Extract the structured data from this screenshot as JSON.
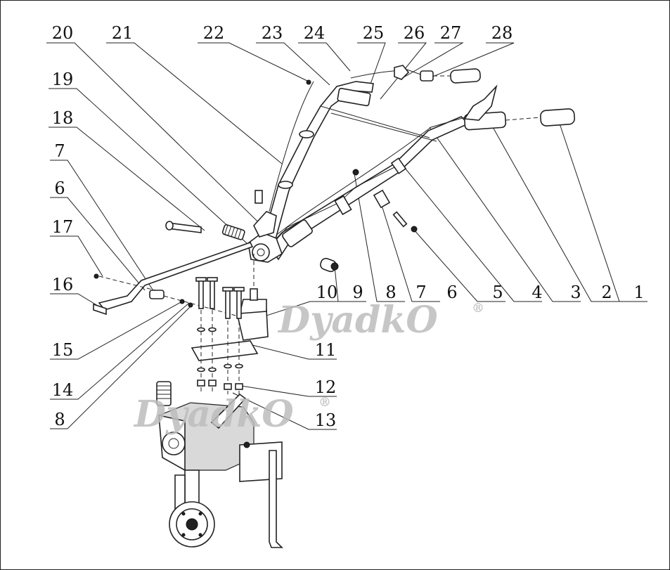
{
  "diagram": {
    "watermark": {
      "text": "DyadkO",
      "registered": "®"
    },
    "callouts_top": [
      "20",
      "21",
      "22",
      "23",
      "24",
      "25",
      "26",
      "27",
      "28"
    ],
    "callouts_left": [
      "19",
      "18",
      "7",
      "6",
      "17",
      "16",
      "15",
      "14",
      "8"
    ],
    "callouts_right_bottom": [
      "9",
      "8",
      "7",
      "6",
      "5",
      "4",
      "3",
      "2",
      "1"
    ],
    "callouts_center": [
      "10",
      "11",
      "12",
      "13"
    ]
  }
}
